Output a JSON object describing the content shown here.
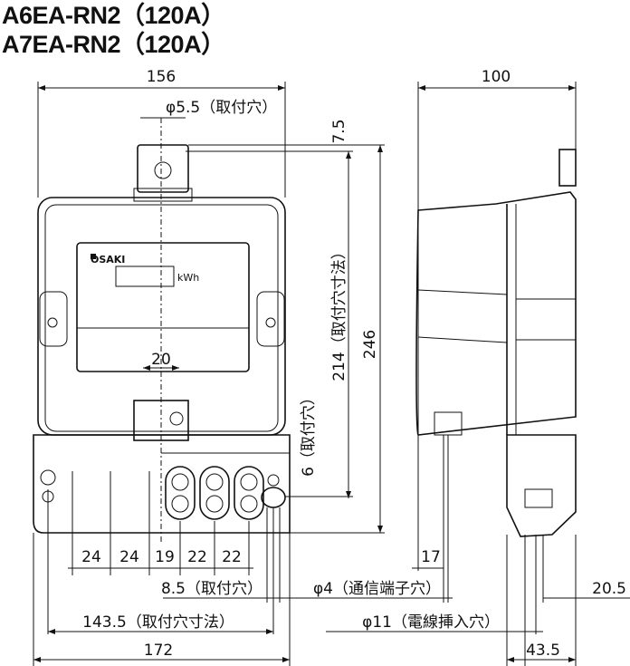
{
  "titles": [
    "A6EA-RN2（120A）",
    "A7EA-RN2（120A）"
  ],
  "front_view": {
    "brand": "OSAKI",
    "unit": "kWh",
    "dimensions": {
      "width": "156",
      "hole_diameter": "φ5.5（取付穴）",
      "top_offset": "7.5",
      "mount_pitch": "214（取付穴寸法）",
      "height": "246",
      "lower_hole": "6（取付穴）",
      "center_span": "20",
      "terminal_pitches": [
        "24",
        "24",
        "19",
        "22",
        "22"
      ],
      "side_hole": "8.5（取付穴）",
      "horizontal_pitch": "143.5（取付穴寸法）",
      "total_width": "172"
    }
  },
  "side_view": {
    "dimensions": {
      "depth": "100",
      "offset": "17",
      "comm_hole": "φ4（通信端子穴）",
      "right_offset": "20.5",
      "wire_hole": "φ11（電線挿入穴）",
      "bottom_depth": "43.5"
    }
  }
}
